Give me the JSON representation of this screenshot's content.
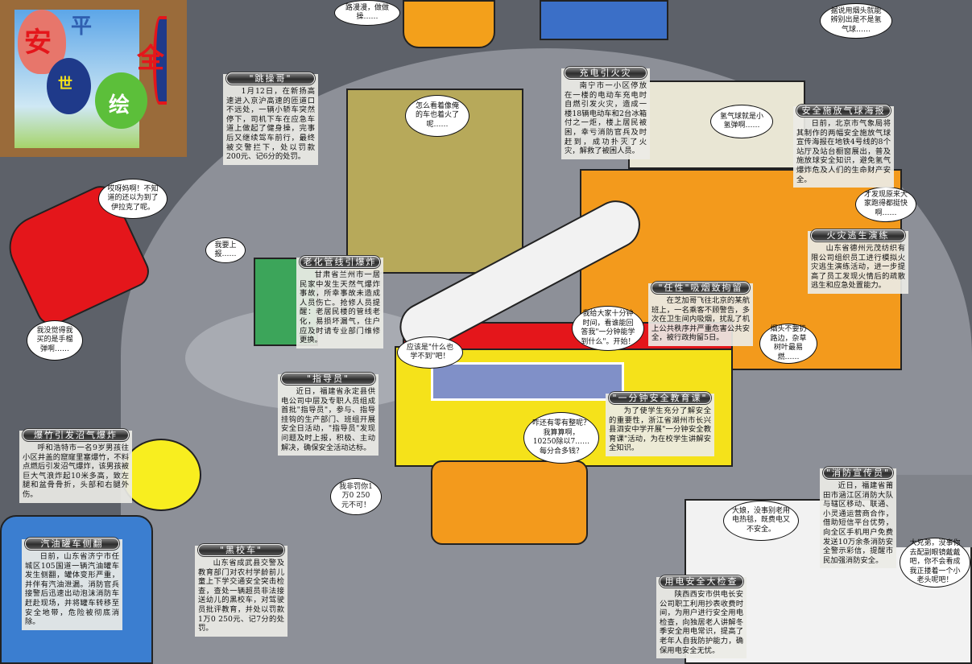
{
  "logo": {
    "chars": [
      "安",
      "平",
      "世",
      "绘",
      "全"
    ]
  },
  "news": [
    {
      "title": "\"跳操哥\"",
      "body": "1月12日，在新扬高速进入京沪高速的匝道口不远处，一辆小轿车突然停下，司机下车在应急车道上做起了健身操，完事后又继续驾车前行，最终被交警拦下，处以罚款200元、记6分的处罚。"
    },
    {
      "title": "充电引火灾",
      "body": "南宁市一小区停放在一楼的电动车充电时自燃引发火灾，造成一楼18辆电动车和2台冰箱付之一炬，楼上居民被困，幸亏消防官兵及时赶到，成功扑灭了火灾，解救了被困人员。"
    },
    {
      "title": "安全施放气球海报",
      "body": "日前，北京市气象局将其制作的两幅安全施放气球宣传海报在地铁4号线的8个站厅及站台橱窗展出，普及施放球安全知识，避免氢气爆炸危及人们的生命财产安全。"
    },
    {
      "title": "火灾逃生演练",
      "body": "山东省德州元茂纺织有限公司组织员工进行模拟火灾逃生演练活动，进一步提高了员工发现火情后的疏散逃生和应急处置能力。"
    },
    {
      "title": "老化管线引爆炸",
      "body": "甘肃省兰州市一居民家中发生天然气爆炸事故，所幸事故未造成人员伤亡。抢修人员提醒：老居民楼的管线老化，易损坏漏气，住户应及时请专业部门维修更换。"
    },
    {
      "title": "\"任性\"吸烟致拘留",
      "body": "在芝加哥飞往北京的某航班上，一名乘客不顾警告，多次在卫生间内吸烟，扰乱了机上公共秩序并严重危害公共安全，被行政拘留5日。"
    },
    {
      "title": "\"指导员\"",
      "body": "近日，福建省永定县供电公司中层及专职人员组成首批\"指导员\"，参与、指导挂钩的生产部门、班组开展安全日活动，\"指导员\"发现问题及时上报，积极、主动解决，确保安全活动达标。"
    },
    {
      "title": "\"一分钟安全教育课\"",
      "body": "为了使学生充分了解安全的重要性，浙江省湖州市长兴县泗安中学开展\"一分钟安全教育课\"活动，为在校学生讲解安全知识。"
    },
    {
      "title": "爆竹引发沼气爆炸",
      "body": "呼和浩特市一名9岁男孩往小区井盖的窟窿里塞爆竹，不料点燃后引发沼气爆炸，该男孩被巨大气浪炸起10米多高，致左腿和盆骨骨折，头部和右腿外伤。"
    },
    {
      "title": "汽油罐车侧翻",
      "body": "日前，山东省济宁市任城区105国道一辆汽油罐车发生侧翻，罐体变形严重，并伴有汽油泄漏。消防官兵接警后迅速出动泡沫消防车赶赴现场，并将罐车转移至安全地带，危险被彻底消除。"
    },
    {
      "title": "\"黑校车\"",
      "body": "山东省成武县交警及教育部门对农村学龄前儿童上下学交通安全突击检查，查处一辆超员非法接送幼儿的黑校车，对驾驶员批评教育，并处以罚款1万0 250元、记7分的处罚。"
    },
    {
      "title": "用电安全大检查",
      "body": "陕西西安市供电长安公司职工利用抄表收费时间，为用户进行安全用电检查，向独居老人讲解冬季安全用电常识，提高了老年人自我防护能力，确保用电安全无忧。"
    },
    {
      "title": "\"消防宣传员\"",
      "body": "近日，福建省莆田市涵江区消防大队与辖区移动、联通、小灵通运营商合作，借助短信平台优势，向全区手机用户免费发送10万余条消防安全警示彩信，提醒市民加强消防安全。"
    }
  ],
  "bubbles": [
    "路漫漫，做做操……",
    "怎么看着像俺的车也着火了呢……",
    "据说用烟头就能辨别出是不是氢气球……",
    "氢气球就是小氢弹啊……",
    "才发现原来大家跑得都挺快啊……",
    "哎呀妈啊！不知道的还以为到了伊拉克了呢。",
    "我要上报……",
    "我没觉得我买的是手榴弹啊……",
    "应该是\"什么也学不到\"吧！",
    "我给大家十分钟时间，看谁能回答我\"一分钟能学到什么\"。开始！",
    "烟头不要扔路边，杂草树叶最易燃……",
    "咋还有零有整呢？我算算啊，10250除以7……每分合多钱？",
    "我非罚你1万0 250元不可！",
    "大娘，没事别老用电热毯，既费电又不安全。",
    "大兄弟，没事你去配副眼镜戴戴吧，你不会看成我正搂着一个小老头呢吧！"
  ],
  "colors": {
    "road": "#8d9098",
    "yellow": "#f5e21a",
    "orange": "#f39a1c",
    "red": "#e4161b"
  }
}
